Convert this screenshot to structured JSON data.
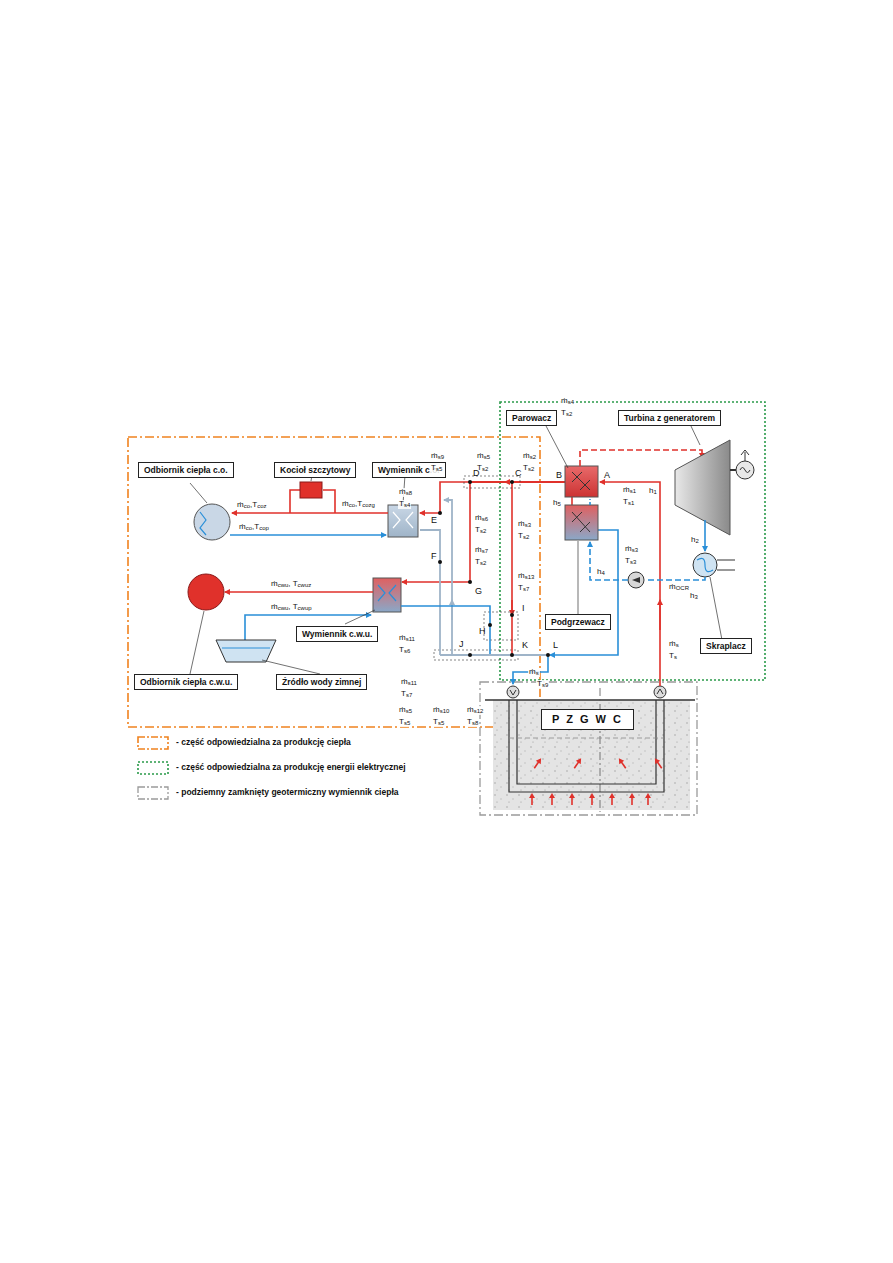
{
  "diagram": {
    "nodes": [
      {
        "text": [
          "Odbiornik ciepła c.o."
        ]
      },
      {
        "text": [
          "Kocioł szczytowy"
        ]
      },
      {
        "text": [
          "Wymiennik c.o."
        ]
      },
      {
        "text": [
          "Parowacz"
        ]
      },
      {
        "text": [
          "Turbina z generatorem"
        ]
      },
      {
        "text": [
          "Podgrzewacz"
        ]
      },
      {
        "text": [
          "Skraplacz"
        ]
      },
      {
        "text": [
          "Wymiennik c.w.u."
        ]
      },
      {
        "text": [
          "Odbiornik ciepła c.w.u."
        ]
      },
      {
        "text": [
          "Źródło wody zimnej"
        ]
      },
      {
        "text": [
          "P Z G W C"
        ]
      }
    ],
    "labels": [
      "ṁs4",
      "Ts2",
      "ṁs2",
      "Ts2",
      "ṁs5",
      "Ts2",
      "ṁs9",
      "Ts5",
      "ṁs8",
      "Ts4",
      "ṁco,Tcoz",
      "ṁco,Tcozg",
      "ṁco,Tcop",
      "ṁs6",
      "Ts2",
      "ṁs7",
      "Ts2",
      "ṁs3",
      "Ts2",
      "ṁs13",
      "Ts7",
      "ṁs1",
      "Ts1",
      "ṁs3",
      "Ts3",
      "h1",
      "h5",
      "h4",
      "h2",
      "h3",
      "ṁOCR",
      "ṁcwu, Tcwuz",
      "ṁcwu, Tcwup",
      "ṁs11",
      "Ts6",
      "ṁs11",
      "Ts7",
      "ṁs5",
      "Ts5",
      "ṁs10",
      "Ts5",
      "ṁs12",
      "Ts8",
      "ṁs",
      "Ts9",
      "ṁs",
      "Ts",
      "A",
      "B",
      "C",
      "D",
      "E",
      "F",
      "G",
      "H",
      "I",
      "J",
      "K",
      "L"
    ],
    "legend": [
      {
        "text": "- część odpowiedzialna za produkcję ciepła"
      },
      {
        "text": "- część odpowiedzialna za produkcję energii elektrycznej"
      },
      {
        "text": "- podziemny zamknięty geotermiczny wymiennik ciepła"
      }
    ]
  }
}
